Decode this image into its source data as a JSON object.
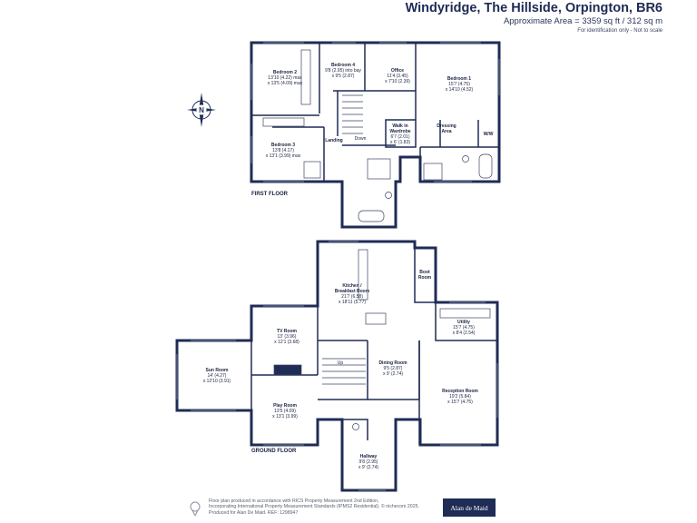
{
  "header": {
    "title": "Windyridge, The Hillside, Orpington, BR6",
    "area": "Approximate Area = 3359 sq ft / 312 sq m",
    "identification": "For identification only - Not to scale"
  },
  "compass": {
    "letter": "N"
  },
  "floors": {
    "first": "FIRST FLOOR",
    "ground": "GROUND FLOOR"
  },
  "rooms": {
    "bedroom2": {
      "name": "Bedroom 2",
      "l1": "13'10 (4.22) max",
      "l2": "x 13'5 (4.09) max"
    },
    "bedroom4": {
      "name": "Bedroom 4",
      "l1": "9'8 (2.95) into bay",
      "l2": "x 9'5 (2.87)"
    },
    "office": {
      "name": "Office",
      "l1": "11'4 (3.45)",
      "l2": "x 7'10 (2.39)"
    },
    "bedroom1": {
      "name": "Bedroom 1",
      "l1": "15'7 (4.75)",
      "l2": "x 14'10 (4.52)"
    },
    "walkin": {
      "name": "Walk in",
      "name2": "Wardrobe",
      "l1": "6'7 (2.01)",
      "l2": "x 6' (1.83)"
    },
    "dressing": {
      "name": "Dressing",
      "name2": "Area"
    },
    "ww": {
      "name": "W/W"
    },
    "bedroom3": {
      "name": "Bedroom 3",
      "l1": "13'8 (4.17)",
      "l2": "x 13'1 (3.99) max"
    },
    "landing": {
      "name": "Landing"
    },
    "down": {
      "name": "Down"
    },
    "kitchen": {
      "name": "Kitchen /",
      "name2": "Breakfast Room",
      "l1": "21'7 (6.58)",
      "l2": "x 18'11 (5.77)"
    },
    "bootroom": {
      "name": "Boot",
      "name2": "Room"
    },
    "utility": {
      "name": "Utility",
      "l1": "15'7 (4.75)",
      "l2": "x 8'4 (2.54)"
    },
    "tvroom": {
      "name": "TV Room",
      "l1": "13' (3.96)",
      "l2": "x 12'1 (3.68)"
    },
    "sunroom": {
      "name": "Sun Room",
      "l1": "14' (4.27)",
      "l2": "x 12'10 (3.91)"
    },
    "up": {
      "name": "Up"
    },
    "dining": {
      "name": "Dining Room",
      "l1": "9'5 (2.87)",
      "l2": "x 9' (2.74)"
    },
    "reception": {
      "name": "Reception Room",
      "l1": "19'2 (5.84)",
      "l2": "x 15'7 (4.75)"
    },
    "playroom": {
      "name": "Play Room",
      "l1": "13'5 (4.09)",
      "l2": "x 13'1 (3.99)"
    },
    "hallway": {
      "name": "Hallway",
      "l1": "9'8 (2.95)",
      "l2": "x 9' (2.74)"
    }
  },
  "footer": {
    "line1": "Floor plan produced in accordance with RICS Property Measurement 2nd Edition,",
    "line2": "Incorporating International Property Measurement Standards (IPMS2 Residential). © nichecom 2025.",
    "line3": "Produced for Alan De Maid.  REF: 1298947"
  },
  "logo": {
    "text": "Alan de Maid"
  },
  "colors": {
    "wall": "#1f2c55",
    "window": "#6e7a95",
    "fixture": "#3a4566"
  }
}
